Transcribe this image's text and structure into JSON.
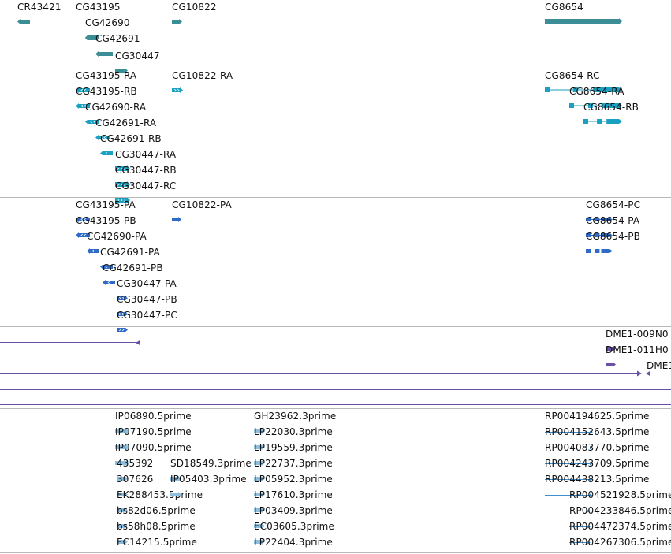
{
  "colors": {
    "gene": "#3b8e95",
    "mrna": "#1aa1c2",
    "cds": "#2f6bc6",
    "rnaseq": "#6a51a8",
    "est": "#8fbfde",
    "est_line": "#3d8fd0"
  },
  "tracks": {
    "gene": {
      "features": [
        {
          "label": "CR43421"
        },
        {
          "label": "CG43195"
        },
        {
          "label": "CG42690"
        },
        {
          "label": "CG42691"
        },
        {
          "label": "CG30447"
        },
        {
          "label": "CG10822"
        },
        {
          "label": "CG8654"
        }
      ]
    },
    "mrna": {
      "features": [
        {
          "label": "CG43195-RA"
        },
        {
          "label": "CG43195-RB"
        },
        {
          "label": "CG42690-RA"
        },
        {
          "label": "CG42691-RA"
        },
        {
          "label": "CG42691-RB"
        },
        {
          "label": "CG30447-RA"
        },
        {
          "label": "CG30447-RB"
        },
        {
          "label": "CG30447-RC"
        },
        {
          "label": "CG10822-RA"
        },
        {
          "label": "CG8654-RC"
        },
        {
          "label": "CG8654-RA"
        },
        {
          "label": "CG8654-RB"
        }
      ]
    },
    "cds": {
      "features": [
        {
          "label": "CG43195-PA"
        },
        {
          "label": "CG43195-PB"
        },
        {
          "label": "CG42690-PA"
        },
        {
          "label": "CG42691-PA"
        },
        {
          "label": "CG42691-PB"
        },
        {
          "label": "CG30447-PA"
        },
        {
          "label": "CG30447-PB"
        },
        {
          "label": "CG30447-PC"
        },
        {
          "label": "CG10822-PA"
        },
        {
          "label": "CG8654-PC"
        },
        {
          "label": "CG8654-PA"
        },
        {
          "label": "CG8654-PB"
        }
      ]
    },
    "rnaseq": {
      "features": [
        {
          "label": "DME1-009N0"
        },
        {
          "label": "DME1-011H0"
        },
        {
          "label": "DME1"
        }
      ]
    },
    "est": {
      "features": [
        {
          "label": "IP06890.5prime"
        },
        {
          "label": "IP07190.5prime"
        },
        {
          "label": "IP07090.5prime"
        },
        {
          "label": "435392"
        },
        {
          "label": "307626"
        },
        {
          "label": "EK288453.5prime"
        },
        {
          "label": "bs82d06.5prime"
        },
        {
          "label": "bs58h08.5prime"
        },
        {
          "label": "EC14215.5prime"
        },
        {
          "label": "SD18549.3prime"
        },
        {
          "label": "IP05403.3prime"
        },
        {
          "label": "GH23962.3prime"
        },
        {
          "label": "LP22030.3prime"
        },
        {
          "label": "LP19559.3prime"
        },
        {
          "label": "LP22737.3prime"
        },
        {
          "label": "LP05952.3prime"
        },
        {
          "label": "LP17610.3prime"
        },
        {
          "label": "LP03409.3prime"
        },
        {
          "label": "EC03605.3prime"
        },
        {
          "label": "LP22404.3prime"
        },
        {
          "label": "RP004194625.5prime"
        },
        {
          "label": "RP004152643.5prime"
        },
        {
          "label": "RP004083770.5prime"
        },
        {
          "label": "RP004243709.5prime"
        },
        {
          "label": "RP004438213.5prime"
        },
        {
          "label": "RP004521928.5prime"
        },
        {
          "label": "RP004233846.5prime"
        },
        {
          "label": "RP004472374.5prime"
        },
        {
          "label": "RP004267306.5prime"
        }
      ]
    }
  }
}
